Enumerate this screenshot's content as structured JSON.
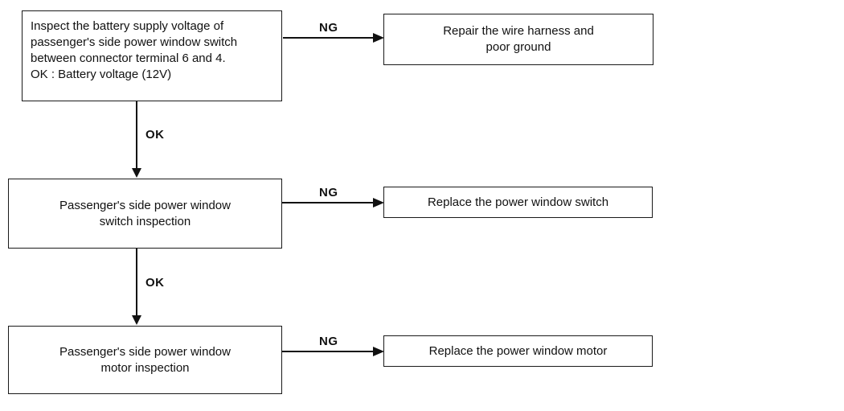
{
  "diagram": {
    "steps": [
      {
        "text": "Inspect the battery supply voltage of\npassenger's side power window switch\nbetween connector terminal 6 and 4.\nOK : Battery voltage (12V)",
        "ng_label": "NG",
        "result": "Repair the wire harness and\npoor ground",
        "ok_label": "OK"
      },
      {
        "text": "Passenger's side power window\nswitch inspection",
        "ng_label": "NG",
        "result": "Replace the power window switch",
        "ok_label": "OK"
      },
      {
        "text": "Passenger's side power window\nmotor inspection",
        "ng_label": "NG",
        "result": "Replace the power window motor"
      }
    ],
    "arrow_color": "#111111"
  }
}
